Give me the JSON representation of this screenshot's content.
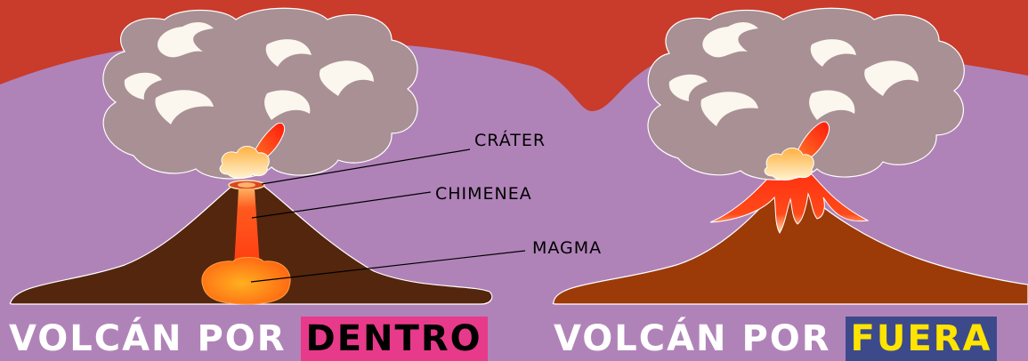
{
  "colors": {
    "sky": "#c93b2b",
    "hills": "#b083b8",
    "volcano_inside": "#54260d",
    "volcano_outside": "#9c3a08",
    "smoke": "#a89094",
    "highlight_dentro": "#e83a8b",
    "highlight_fuera": "#3c4a8c",
    "fuera_text": "#ffe400",
    "caption_text": "#ffffff"
  },
  "labels": {
    "crater": "CRÁTER",
    "chimenea": "CHIMENEA",
    "magma": "MAGMA"
  },
  "captions": {
    "left_prefix": "VOLCÁN POR",
    "left_highlight": "DENTRO",
    "right_prefix": "VOLCÁN POR",
    "right_highlight": "FUERA"
  }
}
